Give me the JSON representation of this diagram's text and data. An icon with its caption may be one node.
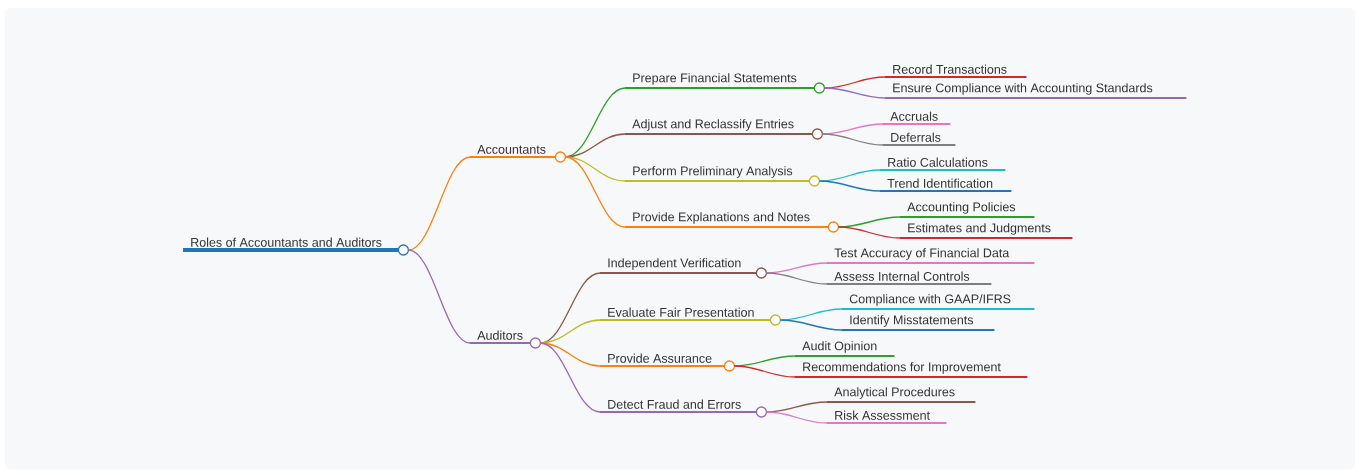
{
  "diagram": {
    "nodes": [
      {
        "text": [
          "Roles of Accountants and Auditors"
        ]
      },
      {
        "text": [
          "Accountants"
        ]
      },
      {
        "text": [
          "Auditors"
        ]
      },
      {
        "text": [
          "Prepare Financial Statements"
        ]
      },
      {
        "text": [
          "Adjust and Reclassify Entries"
        ]
      },
      {
        "text": [
          "Perform Preliminary Analysis"
        ]
      },
      {
        "text": [
          "Provide Explanations and Notes"
        ]
      },
      {
        "text": [
          "Independent Verification"
        ]
      },
      {
        "text": [
          "Evaluate Fair Presentation"
        ]
      },
      {
        "text": [
          "Provide Assurance"
        ]
      },
      {
        "text": [
          "Detect Fraud and Errors"
        ]
      },
      {
        "text": [
          "Record Transactions"
        ]
      },
      {
        "text": [
          "Ensure Compliance with Accounting Standards"
        ]
      },
      {
        "text": [
          "Accruals"
        ]
      },
      {
        "text": [
          "Deferrals"
        ]
      },
      {
        "text": [
          "Ratio Calculations"
        ]
      },
      {
        "text": [
          "Trend Identification"
        ]
      },
      {
        "text": [
          "Accounting Policies"
        ]
      },
      {
        "text": [
          "Estimates and Judgments"
        ]
      },
      {
        "text": [
          "Test Accuracy of Financial Data"
        ]
      },
      {
        "text": [
          "Assess Internal Controls"
        ]
      },
      {
        "text": [
          "Compliance with GAAP/IFRS"
        ]
      },
      {
        "text": [
          "Identify Misstatements"
        ]
      },
      {
        "text": [
          "Audit Opinion"
        ]
      },
      {
        "text": [
          "Recommendations for Improvement"
        ]
      },
      {
        "text": [
          "Analytical Procedures"
        ]
      },
      {
        "text": [
          "Risk Assessment"
        ]
      }
    ],
    "edges": [
      {
        "from": 0,
        "to": 1,
        "arrow": "none",
        "color": "#ff7f0e"
      },
      {
        "from": 0,
        "to": 2,
        "arrow": "none",
        "color": "#9467bd"
      },
      {
        "from": 1,
        "to": 3,
        "arrow": "none",
        "color": "#2ca02c"
      },
      {
        "from": 1,
        "to": 4,
        "arrow": "none",
        "color": "#8c564b"
      },
      {
        "from": 1,
        "to": 5,
        "arrow": "none",
        "color": "#bcbd22"
      },
      {
        "from": 1,
        "to": 6,
        "arrow": "none",
        "color": "#ff7f0e"
      },
      {
        "from": 2,
        "to": 7,
        "arrow": "none",
        "color": "#8c564b"
      },
      {
        "from": 2,
        "to": 8,
        "arrow": "none",
        "color": "#bcbd22"
      },
      {
        "from": 2,
        "to": 9,
        "arrow": "none",
        "color": "#ff7f0e"
      },
      {
        "from": 2,
        "to": 10,
        "arrow": "none",
        "color": "#9467bd"
      },
      {
        "from": 3,
        "to": 11,
        "arrow": "none",
        "color": "#d62728"
      },
      {
        "from": 3,
        "to": 12,
        "arrow": "none",
        "color": "#9467bd"
      },
      {
        "from": 4,
        "to": 13,
        "arrow": "none",
        "color": "#e377c2"
      },
      {
        "from": 4,
        "to": 14,
        "arrow": "none",
        "color": "#7f7f7f"
      },
      {
        "from": 5,
        "to": 15,
        "arrow": "none",
        "color": "#17becf"
      },
      {
        "from": 5,
        "to": 16,
        "arrow": "none",
        "color": "#1f77b4"
      },
      {
        "from": 6,
        "to": 17,
        "arrow": "none",
        "color": "#2ca02c"
      },
      {
        "from": 6,
        "to": 18,
        "arrow": "none",
        "color": "#d62728"
      },
      {
        "from": 7,
        "to": 19,
        "arrow": "none",
        "color": "#e377c2"
      },
      {
        "from": 7,
        "to": 20,
        "arrow": "none",
        "color": "#7f7f7f"
      },
      {
        "from": 8,
        "to": 21,
        "arrow": "none",
        "color": "#17becf"
      },
      {
        "from": 8,
        "to": 22,
        "arrow": "none",
        "color": "#1f77b4"
      },
      {
        "from": 9,
        "to": 23,
        "arrow": "none",
        "color": "#2ca02c"
      },
      {
        "from": 9,
        "to": 24,
        "arrow": "none",
        "color": "#d62728"
      },
      {
        "from": 10,
        "to": 25,
        "arrow": "none",
        "color": "#8c564b"
      },
      {
        "from": 10,
        "to": 26,
        "arrow": "none",
        "color": "#e377c2"
      }
    ]
  }
}
